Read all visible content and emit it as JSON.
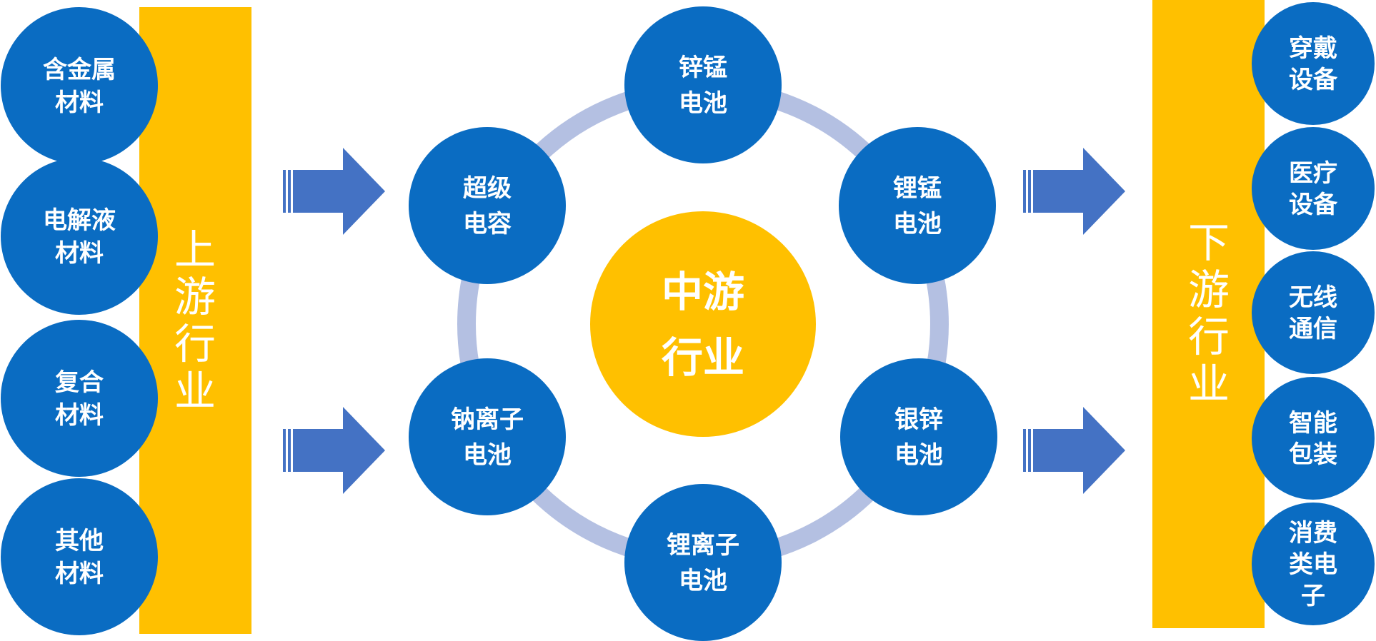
{
  "colors": {
    "node_blue": "#0A6CC2",
    "bar_gold": "#FFC000",
    "ring": "#B4C0E2",
    "arrow": "#4472C4",
    "text": "#FFFFFF"
  },
  "upstream": {
    "bar_label": "上游行业",
    "nodes": [
      {
        "label": [
          "含金属",
          "材料"
        ]
      },
      {
        "label": [
          "电解液",
          "材料"
        ]
      },
      {
        "label": [
          "复合",
          "材料"
        ]
      },
      {
        "label": [
          "其他",
          "材料"
        ]
      }
    ]
  },
  "midstream": {
    "center_label": [
      "中游",
      "行业"
    ],
    "nodes": [
      {
        "label": [
          "锌锰",
          "电池"
        ]
      },
      {
        "label": [
          "锂锰",
          "电池"
        ]
      },
      {
        "label": [
          "银锌",
          "电池"
        ]
      },
      {
        "label": [
          "锂离子",
          "电池"
        ]
      },
      {
        "label": [
          "钠离子",
          "电池"
        ]
      },
      {
        "label": [
          "超级",
          "电容"
        ]
      }
    ]
  },
  "downstream": {
    "bar_label": "下游行业",
    "nodes": [
      {
        "label": [
          "穿戴",
          "设备"
        ]
      },
      {
        "label": [
          "医疗",
          "设备"
        ]
      },
      {
        "label": [
          "无线",
          "通信"
        ]
      },
      {
        "label": [
          "智能",
          "包装"
        ]
      },
      {
        "label": [
          "消费",
          "类电",
          "子"
        ]
      }
    ]
  },
  "arrows": [
    {
      "name": "arrow-upstream-top"
    },
    {
      "name": "arrow-upstream-bottom"
    },
    {
      "name": "arrow-downstream-top"
    },
    {
      "name": "arrow-downstream-bottom"
    }
  ]
}
